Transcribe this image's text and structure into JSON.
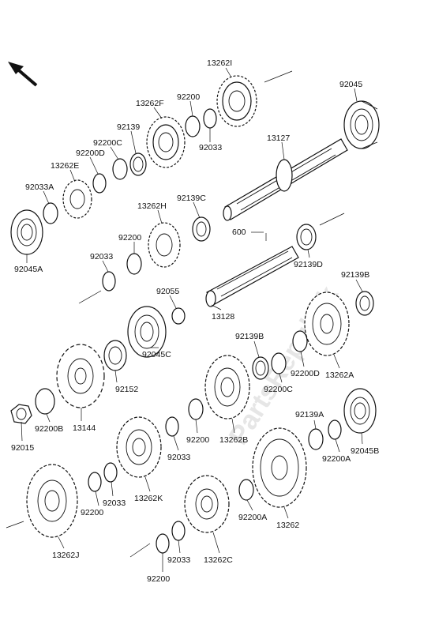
{
  "watermark": "PartsRepublik",
  "labels": {
    "l13262I": "13262I",
    "l92045_top": "92045",
    "l92200_a": "92200",
    "l13262F": "13262F",
    "l92139_top": "92139",
    "l92200C_top": "92200C",
    "l92033_top": "92033",
    "l13127": "13127",
    "l92200D_top": "92200D",
    "l13262E": "13262E",
    "l92033A": "92033A",
    "l13262H": "13262H",
    "l92139C": "92139C",
    "l600": "600",
    "l92200_b": "92200",
    "l92033_mid": "92033",
    "l92045A": "92045A",
    "l92139D": "92139D",
    "l92139B_right": "92139B",
    "l92055": "92055",
    "l13128": "13128",
    "l92139B_mid": "92139B",
    "l92045C": "92045C",
    "l92152": "92152",
    "l92200D_right": "92200D",
    "l13262A": "13262A",
    "l92200C_mid": "92200C",
    "l92200B": "92200B",
    "l13144": "13144",
    "l92015": "92015",
    "l92200_c": "92200",
    "l13262B": "13262B",
    "l92139A": "92139A",
    "l92033_c": "92033",
    "l92200A_right": "92200A",
    "l92045B": "92045B",
    "l13262K": "13262K",
    "l92033_d": "92033",
    "l92200_d": "92200",
    "l92200A_mid": "92200A",
    "l13262": "13262",
    "l13262J": "13262J",
    "l92033_e": "92033",
    "l13262C": "13262C",
    "l92200_e": "92200"
  }
}
